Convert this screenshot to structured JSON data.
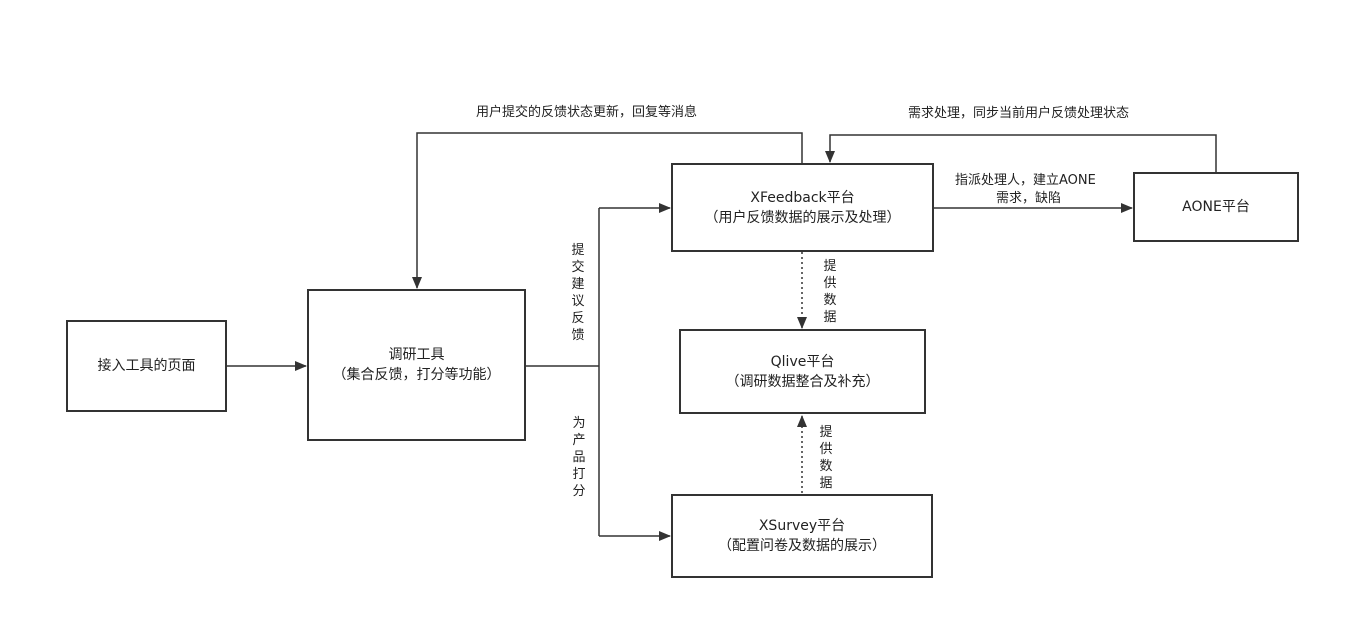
{
  "nodes": {
    "access_page": {
      "title": "接入工具的页面"
    },
    "survey_tool": {
      "title": "调研工具",
      "subtitle": "（集合反馈，打分等功能）"
    },
    "xfeedback": {
      "title": "XFeedback平台",
      "subtitle": "（用户反馈数据的展示及处理）"
    },
    "aone": {
      "title": "AONE平台"
    },
    "qlive": {
      "title": "Qlive平台",
      "subtitle": "（调研数据整合及补充）"
    },
    "xsurvey": {
      "title": "XSurvey平台",
      "subtitle": "（配置问卷及数据的展示）"
    }
  },
  "edge_labels": {
    "status_update": "用户提交的反馈状态更新，回复等消息",
    "sync_status": "需求处理，同步当前用户反馈处理状态",
    "assign_line1": "指派处理人，建立AONE",
    "assign_line2": "需求，缺陷",
    "submit_feedback": "提交建议反馈",
    "rate_product": "为产品打分",
    "provide_data_top": "提供数据",
    "provide_data_bottom": "提供数据"
  }
}
